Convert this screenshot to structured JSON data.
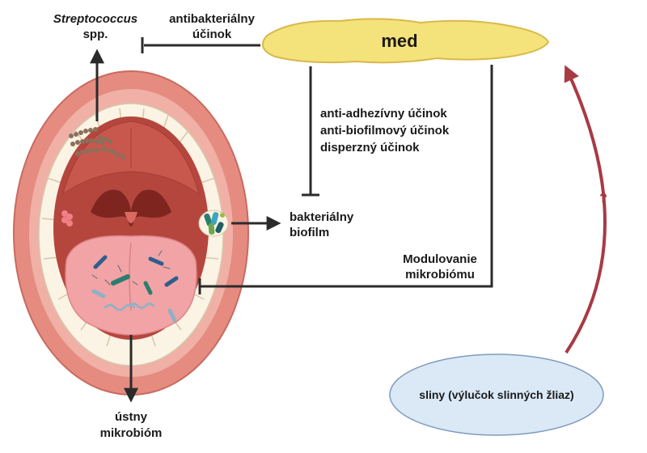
{
  "labels": {
    "streptococcus_italic": "Streptococcus",
    "streptococcus_spp": "spp.",
    "antibacterial_line1": "antibakteriálny",
    "antibacterial_line2": "účinok",
    "honey": "med",
    "effects_line1": "anti-adhezívny účinok",
    "effects_line2": "anti-biofilmový účinok",
    "effects_line3": "disperzný účinok",
    "biofilm_line1": "bakteriálny",
    "biofilm_line2": "biofilm",
    "modulation_line1": "Modulovanie",
    "modulation_line2": "mikrobiómu",
    "saliva": "sliny (výlučok slinných žliaz)",
    "question_mark": "?",
    "oral_microbiome_line1": "ústny",
    "oral_microbiome_line2": "mikrobióm"
  },
  "colors": {
    "text": "#1a1a1a",
    "lines": "#2b2b2b",
    "honey_fill": "#f4e27a",
    "honey_stroke": "#d9b84a",
    "saliva_fill": "#dbe8f6",
    "saliva_stroke": "#7f9cbf",
    "curve_arrow": "#a83a44",
    "lips": "#e58b80",
    "mouth_inner": "#b5463e",
    "tongue": "#f2a3a5",
    "teeth": "#fbf3e3"
  }
}
